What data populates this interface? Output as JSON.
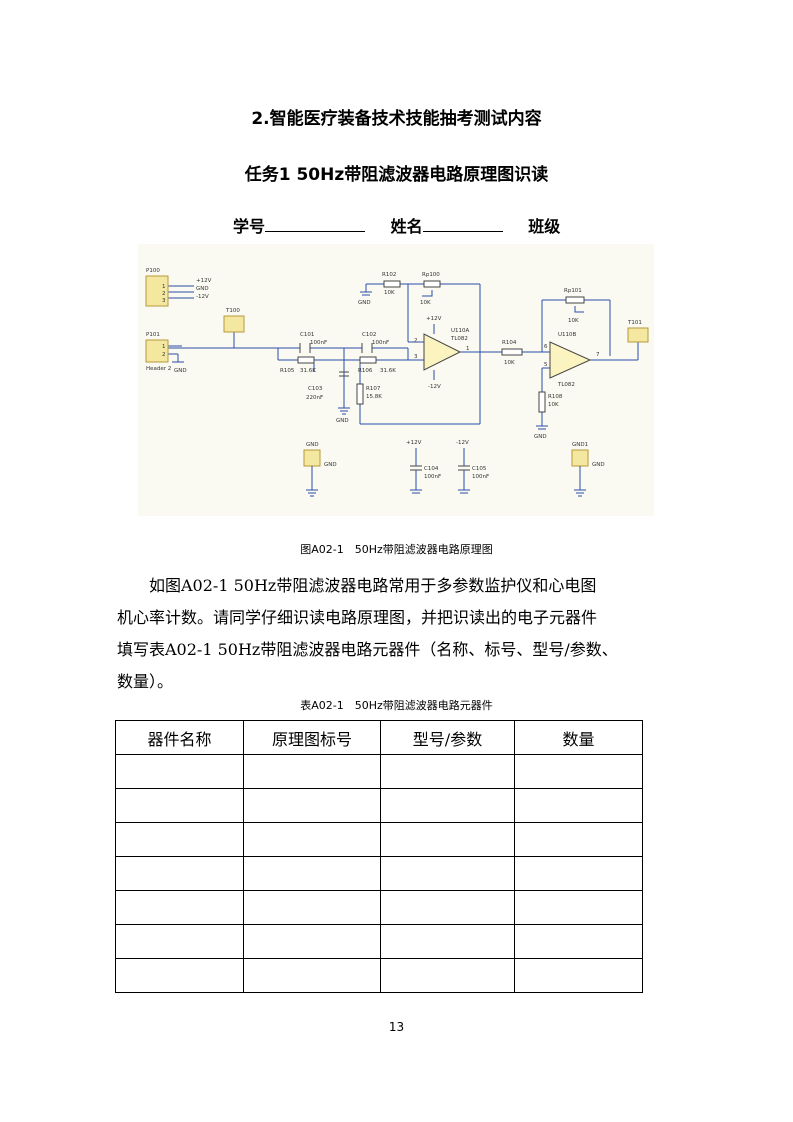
{
  "document": {
    "section_title": "2.智能医疗装备技术技能抽考测试内容",
    "task_title": "任务1 50Hz带阻滤波器电路原理图识读",
    "student_fields": {
      "student_id_label": "学号",
      "name_label": "姓名",
      "class_label": "班级"
    },
    "figure_caption": "图A02-1　50Hz带阻滤波器电路原理图",
    "paragraph_lines": [
      "如图A02-1 50Hz带阻滤波器电路常用于多参数监护仪和心电图",
      "机心率计数。请同学仔细识读电路原理图，并把识读出的电子元器件",
      "填写表A02-1 50Hz带阻滤波器电路元器件（名称、标号、型号/参数、",
      "数量）。"
    ],
    "table_caption": "表A02-1　50Hz带阻滤波器电路元器件",
    "table": {
      "headers": [
        "器件名称",
        "原理图标号",
        "型号/参数",
        "数量"
      ],
      "empty_rows": 7
    },
    "page_number": "13"
  },
  "schematic_labels": {
    "p100": "P100",
    "p100_pins": [
      "1",
      "2",
      "3"
    ],
    "p100_nets": [
      "+12V",
      "GND",
      "-12V"
    ],
    "p101": "P101",
    "p101_pins": [
      "1",
      "2"
    ],
    "p101_name": "Header 2",
    "p101_gnd": "GND",
    "t100": "T100",
    "t101": "T101",
    "c101": "C101",
    "c101_val": "100nF",
    "c102": "C102",
    "c102_val": "100nF",
    "r105": "R105",
    "r105_val": "31.6K",
    "r106": "R106",
    "r106_val": "31.6K",
    "c103": "C103",
    "c103_val": "220nF",
    "r107": "R107",
    "r107_val": "15.8K",
    "r102": "R102",
    "r102_val": "10K",
    "rp100": "Rp100",
    "rp100_val": "10K",
    "u110a": "U110A",
    "u110a_part": "TL082",
    "u110a_pins": [
      "2",
      "3",
      "1"
    ],
    "u110a_vp": "+12V",
    "u110a_vn": "-12V",
    "r104": "R104",
    "r104_val": "10K",
    "rp101": "Rp101",
    "rp101_val": "10K",
    "u110b": "U110B",
    "u110b_part": "TL082",
    "u110b_pins": [
      "6",
      "5",
      "7"
    ],
    "r108": "R108",
    "r108_val": "10K",
    "gnd": "GND",
    "gnd_conn": "GND",
    "gnd_conn_net": "GND",
    "gnd1_conn": "GND1",
    "gnd1_conn_net": "GND",
    "c104": "C104",
    "c104_val": "100nF",
    "c104_rail": "+12V",
    "c105": "C105",
    "c105_val": "100nF",
    "c105_rail": "-12V"
  }
}
